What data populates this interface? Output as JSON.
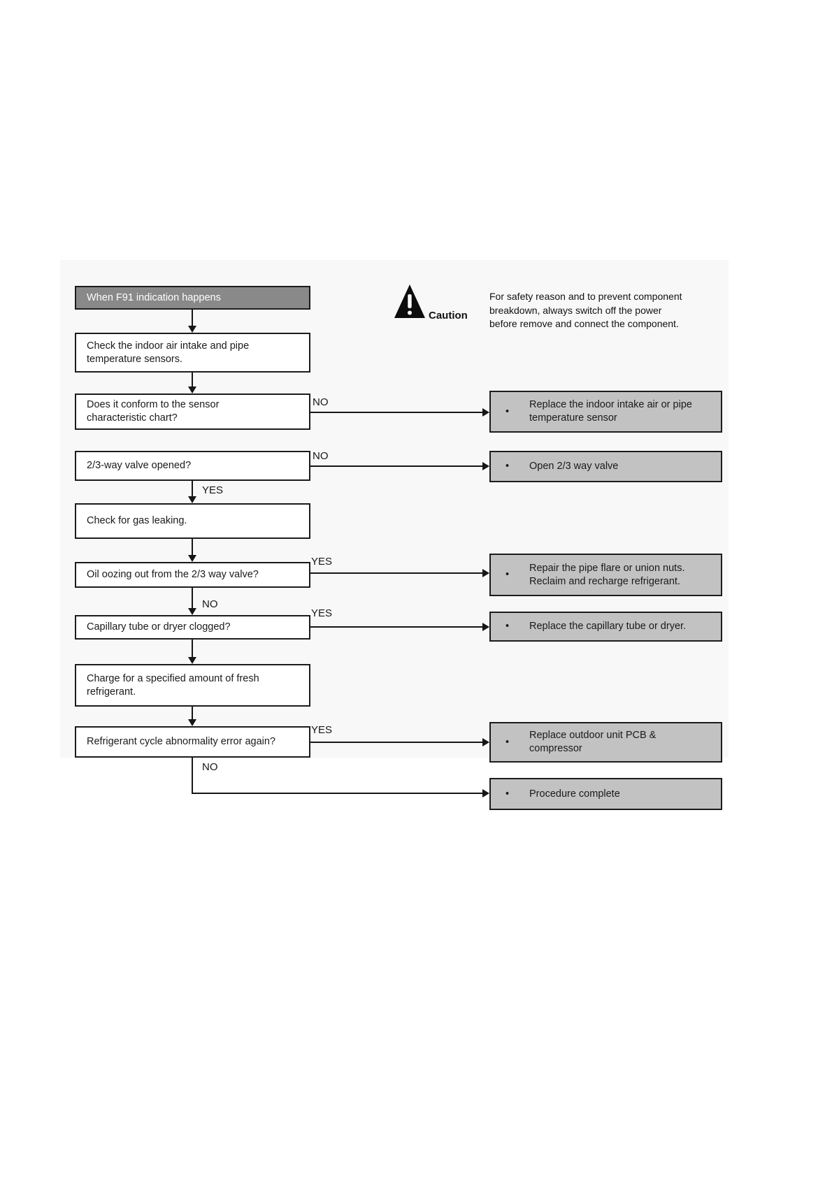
{
  "caution": {
    "label": "Caution",
    "lines": [
      "For safety reason and to prevent component",
      "breakdown, always switch off the power",
      "before remove and connect the component."
    ]
  },
  "flowchart": {
    "start": {
      "label": "When F91 indication happens"
    },
    "steps": {
      "check_sensors": {
        "lines": [
          "Check the indoor air intake and pipe",
          "temperature sensors."
        ]
      },
      "conform_chart": {
        "lines": [
          "Does it conform to the sensor",
          "characteristic chart?"
        ]
      },
      "valve_opened": {
        "lines": [
          "2/3-way valve opened?"
        ]
      },
      "gas_leaking": {
        "lines": [
          "Check for gas leaking."
        ]
      },
      "oil_oozing": {
        "lines": [
          "Oil oozing out from the 2/3 way valve?"
        ]
      },
      "capillary_clogged": {
        "lines": [
          "Capillary tube or dryer clogged?"
        ]
      },
      "charge_refrigerant": {
        "lines": [
          "Charge for a specified amount of fresh",
          "refrigerant."
        ]
      },
      "cycle_error": {
        "lines": [
          "Refrigerant cycle abnormality error again?"
        ]
      }
    },
    "results": {
      "replace_sensor": {
        "bullet": "•",
        "lines": [
          "Replace the indoor intake air or pipe",
          "temperature sensor"
        ]
      },
      "open_valve": {
        "bullet": "•",
        "lines": [
          "Open 2/3 way valve"
        ]
      },
      "repair_flare": {
        "bullet": "•",
        "lines": [
          "Repair the pipe flare or union nuts.",
          "Reclaim and recharge refrigerant."
        ]
      },
      "replace_capillary": {
        "bullet": "•",
        "lines": [
          "Replace the capillary tube or dryer."
        ]
      },
      "replace_pcb": {
        "bullet": "•",
        "lines": [
          "Replace outdoor unit PCB &",
          "compressor"
        ]
      },
      "procedure_complete": {
        "bullet": "•",
        "lines": [
          "Procedure complete"
        ]
      }
    },
    "branch_labels": {
      "conform_no": "NO",
      "valve_no": "NO",
      "valve_yes": "YES",
      "oil_yes": "YES",
      "oil_no": "NO",
      "capillary_yes": "YES",
      "cycle_yes": "YES",
      "cycle_no": "NO"
    },
    "colors": {
      "start_fill": "#898989",
      "start_text": "#ffffff",
      "result_fill": "#c2c2c2",
      "border": "#1c1c1c",
      "line": "#161616"
    }
  }
}
